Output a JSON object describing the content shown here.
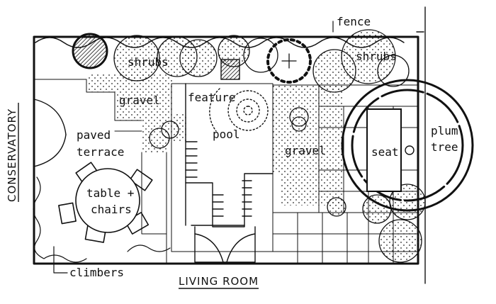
{
  "labels": {
    "fence": "fence",
    "shrubs_left": "shrubs",
    "shrubs_right": "shrubs",
    "gravel_left": "gravel",
    "gravel_right": "gravel",
    "feature": "feature",
    "pool": "pool",
    "paved_line1": "paved",
    "paved_line2": "terrace",
    "table_line1": "table +",
    "table_line2": "chairs",
    "seat": "seat",
    "plum_line1": "plum",
    "plum_line2": "tree",
    "conservatory": "CONSERVATORY",
    "climbers": "climbers",
    "living_room": "LIVING ROOM"
  }
}
